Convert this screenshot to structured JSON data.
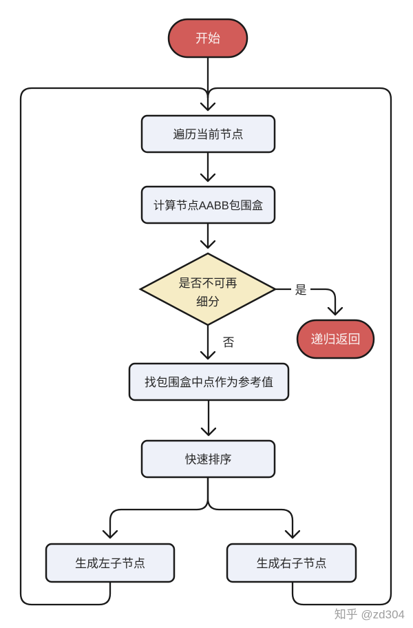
{
  "flowchart": {
    "nodes": {
      "start": "开始",
      "traverse": "遍历当前节点",
      "compute_aabb": "计算节点AABB包围盒",
      "decision_line1": "是否不可再",
      "decision_line2": "细分",
      "recursive_return": "递归返回",
      "find_midpoint": "找包围盒中点作为参考值",
      "quick_sort": "快速排序",
      "left_child": "生成左子节点",
      "right_child": "生成右子节点"
    },
    "edge_labels": {
      "yes": "是",
      "no": "否"
    },
    "colors": {
      "terminal_fill": "#d25c59",
      "process_fill": "#eef1f9",
      "decision_fill": "#f6ecc5",
      "line": "#1a1a1a",
      "text_dark": "#262626",
      "text_light": "#faf0ef",
      "watermark_gray": "#9e9e9e"
    },
    "watermark": "知乎 @zd304"
  }
}
